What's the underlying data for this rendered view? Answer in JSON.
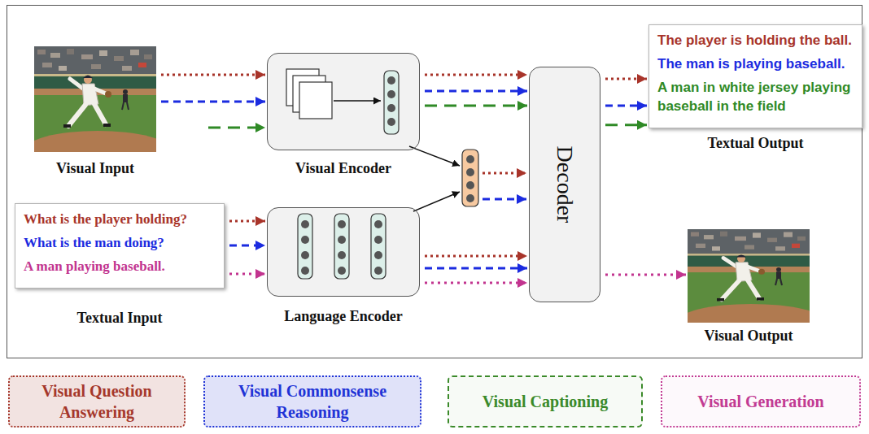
{
  "diagram": {
    "nodes": [
      {
        "text": [
          "Visual Input"
        ]
      },
      {
        "text": [
          "Visual Encoder"
        ]
      },
      {
        "text": [
          "Decoder"
        ]
      },
      {
        "text": [
          "The player is holding the ball.",
          "The man is playing baseball.",
          "A man in white jersey playing baseball in the field",
          "Textual Output"
        ]
      },
      {
        "text": [
          "What is the player holding?",
          "What is the man doing?",
          "A man playing baseball.",
          "Textual Input"
        ]
      },
      {
        "text": [
          "Language Encoder"
        ]
      },
      {
        "text": [
          "Visual Output"
        ]
      }
    ],
    "edges": [
      {
        "from": 0,
        "to": 1,
        "arrow": "to"
      },
      {
        "from": 0,
        "to": 1,
        "arrow": "to"
      },
      {
        "from": 0,
        "to": 1,
        "arrow": "to"
      },
      {
        "from": 1,
        "to": 2,
        "arrow": "to"
      },
      {
        "from": 1,
        "to": 2,
        "arrow": "to"
      },
      {
        "from": 1,
        "to": 2,
        "arrow": "to"
      },
      {
        "from": 4,
        "to": 5,
        "arrow": "to"
      },
      {
        "from": 4,
        "to": 5,
        "arrow": "to"
      },
      {
        "from": 4,
        "to": 5,
        "arrow": "to"
      },
      {
        "from": 5,
        "to": 2,
        "arrow": "to"
      },
      {
        "from": 5,
        "to": 2,
        "arrow": "to"
      },
      {
        "from": 5,
        "to": 2,
        "arrow": "to"
      },
      {
        "from": 2,
        "to": 3,
        "arrow": "to"
      },
      {
        "from": 2,
        "to": 3,
        "arrow": "to"
      },
      {
        "from": 2,
        "to": 3,
        "arrow": "to"
      },
      {
        "from": 2,
        "to": 6,
        "arrow": "to"
      }
    ],
    "legend": [
      {
        "text": "Visual Question Answering",
        "color": "#a5372b"
      },
      {
        "text": "Visual Commonsense Reasoning",
        "color": "#1f33d6"
      },
      {
        "text": "Visual Captioning",
        "color": "#3b8a2a"
      },
      {
        "text": "Visual Generation",
        "color": "#c23b93"
      }
    ]
  }
}
